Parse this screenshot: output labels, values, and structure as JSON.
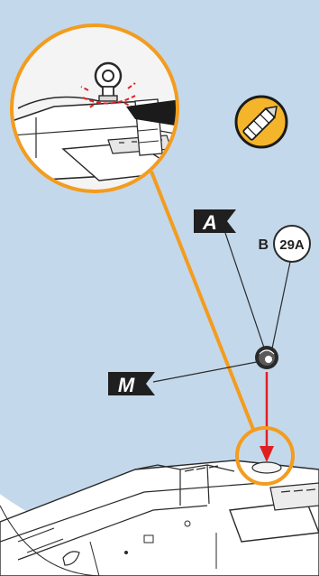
{
  "flags": {
    "a": "A",
    "m": "M"
  },
  "callout": {
    "prefix": "B",
    "part_number": "29A"
  },
  "colors": {
    "background": "#c4d8eb",
    "detail_circle": "#f39c1e",
    "arrow": "#e02020",
    "dash_marks": "#e02020",
    "tool_badge": "#f4b52a",
    "flag": "#1f1f1f",
    "outline": "#2a2a2a"
  },
  "icons": {
    "tool": "utility-knife-icon",
    "part": "eyebolt-icon"
  }
}
